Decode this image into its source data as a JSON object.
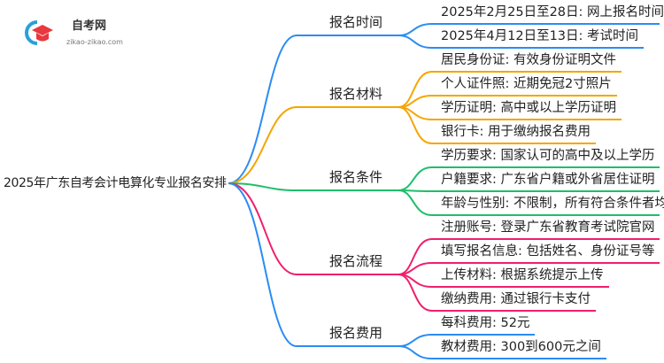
{
  "logo": {
    "title": "自考网",
    "url": "zikao-zikao.com"
  },
  "root": "2025年广东自考会计电算化专业报名安排",
  "colors": [
    "#2b8cf3",
    "#f4a600",
    "#1fbe6b",
    "#f01f6c",
    "#2b8cf3"
  ],
  "branches": [
    {
      "label": "报名时间",
      "leaves": [
        "2025年2月25日至28日: 网上报名时间",
        "2025年4月12日至13日: 考试时间"
      ]
    },
    {
      "label": "报名材料",
      "leaves": [
        "居民身份证: 有效身份证明文件",
        "个人证件照: 近期免冠2寸照片",
        "学历证明: 高中或以上学历证明",
        "银行卡: 用于缴纳报名费用"
      ]
    },
    {
      "label": "报名条件",
      "leaves": [
        "学历要求: 国家认可的高中及以上学历",
        "户籍要求: 广东省户籍或外省居住证明",
        "年龄与性别: 不限制，所有符合条件者均可"
      ]
    },
    {
      "label": "报名流程",
      "leaves": [
        "注册账号: 登录广东省教育考试院官网",
        "填写报名信息: 包括姓名、身份证号等",
        "上传材料: 根据系统提示上传",
        "缴纳费用: 通过银行卡支付"
      ]
    },
    {
      "label": "报名费用",
      "leaves": [
        "每科费用: 52元",
        "教材费用: 300到600元之间"
      ]
    }
  ]
}
